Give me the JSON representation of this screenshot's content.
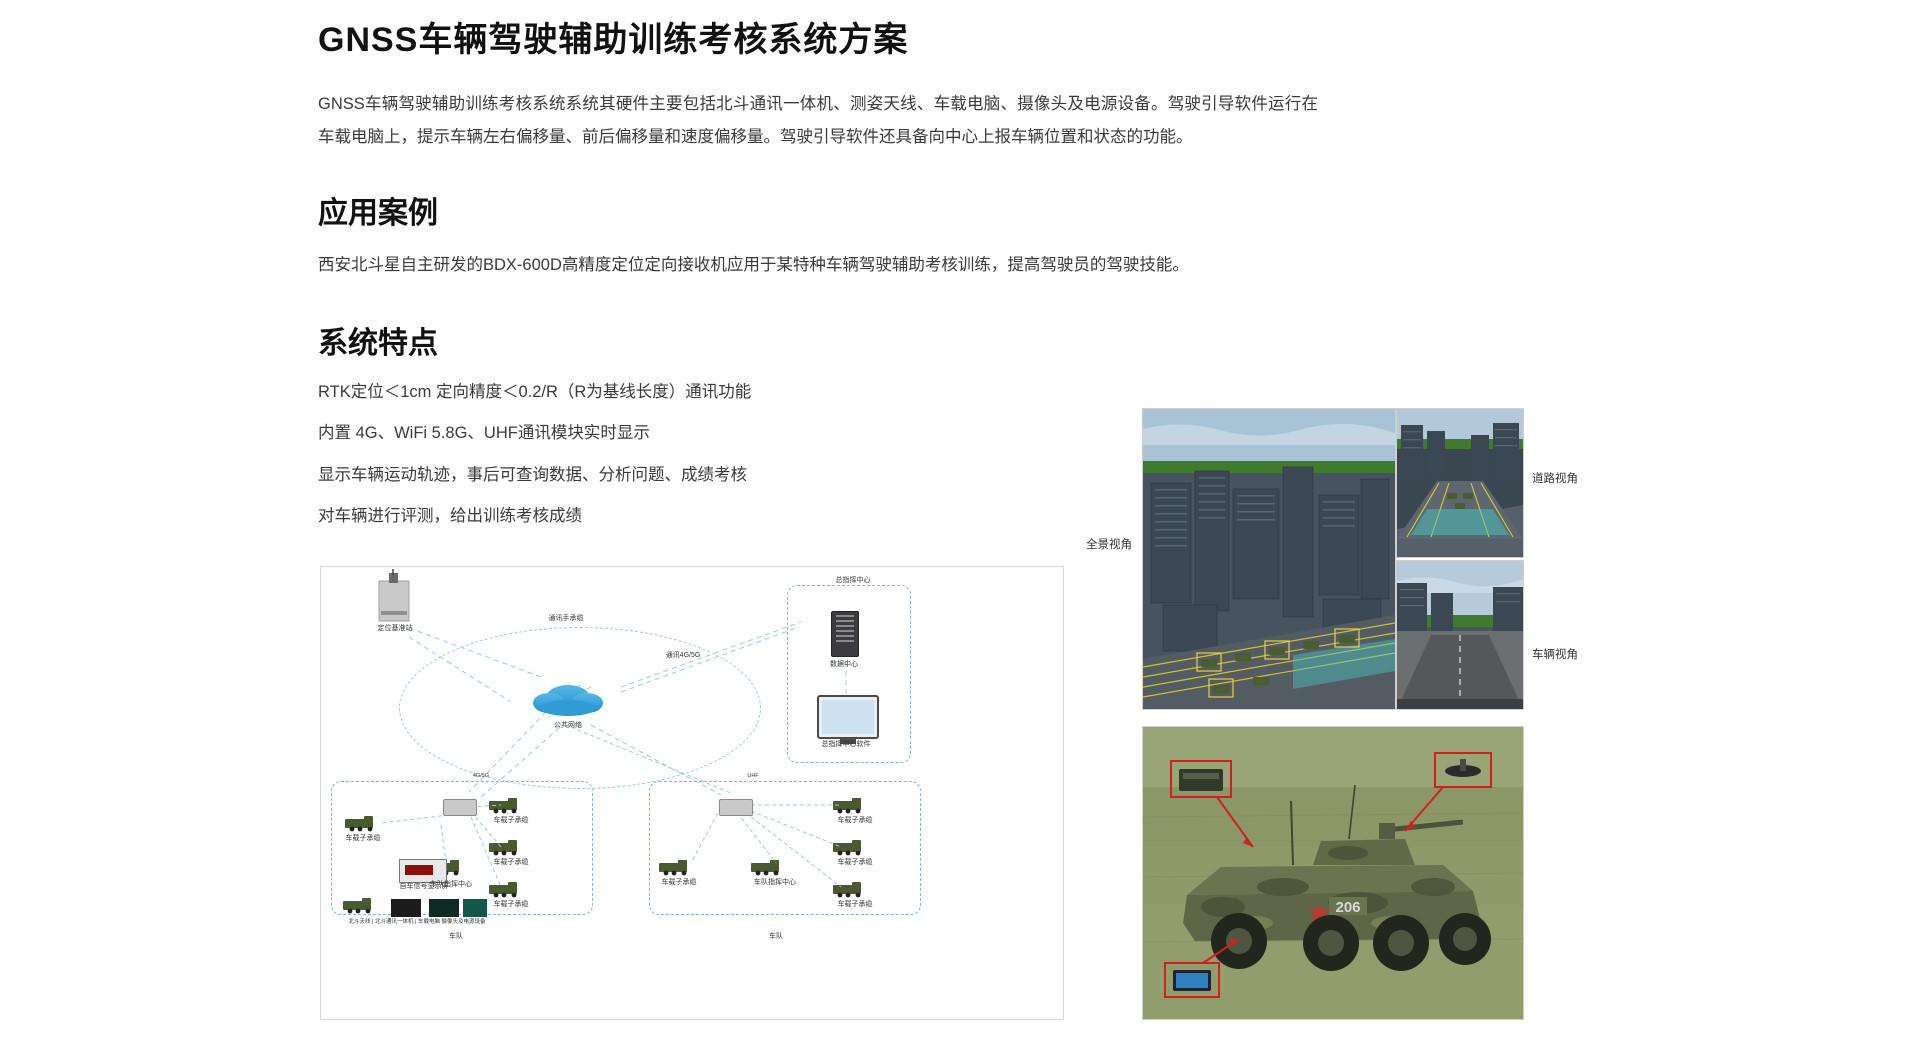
{
  "document": {
    "title": "GNSS车辆驾驶辅助训练考核系统方案",
    "lead": "GNSS车辆驾驶辅助训练考核系统系统其硬件主要包括北斗通讯一体机、测姿天线、车载电脑、摄像头及电源设备。驾驶引导软件运行在车载电脑上，提示车辆左右偏移量、前后偏移量和速度偏移量。驾驶引导软件还具备向中心上报车辆位置和状态的功能。"
  },
  "sections": [
    {
      "heading": "应用案例",
      "body": "西安北斗星自主研发的BDX-600D高精度定位定向接收机应用于某特种车辆驾驶辅助考核训练，提高驾驶员的驾驶技能。"
    },
    {
      "heading": "系统特点",
      "features": [
        "RTK定位＜1cm 定向精度＜0.2/R（R为基线长度）通讯功能",
        "内置 4G、WiFi 5.8G、UHF通讯模块实时显示",
        "显示车辆运动轨迹，事后可查询数据、分析问题、成绩考核",
        "对车辆进行评测，给出训练考核成绩"
      ]
    }
  ],
  "diagram": {
    "name": "系统网络拓扑图",
    "labels": {
      "base_station": "定位基准站",
      "comm_link_top": "通讯手承缆",
      "comm_link_side": "通讯4G/5G",
      "public_network": "公共网络",
      "command_center": "总指挥中心",
      "data_center": "数据中心",
      "command_software": "总指挥中心软件",
      "vehicle_terminal": "车载子承缆",
      "fleet_command_left": "车队指挥中心",
      "fleet_command_right": "车队指挥中心",
      "fleet_left": "车队",
      "fleet_right": "车队",
      "link_4g": "4G/5G",
      "link_uhf": "UHF",
      "display_device": "自车信号显示屏",
      "device_row": "北斗天线 | 北斗通讯一体机 | 车载电脑 摄像头及电源设备"
    }
  },
  "simulation": {
    "captions": {
      "overview": "全景视角",
      "road": "道路视角",
      "vehicle": "车辆视角"
    }
  },
  "vehicle_photo": {
    "hull_number": "206",
    "callouts": {
      "comm_unit": "北斗通讯一体机",
      "antenna": "测姿天线",
      "tablet": "车载电脑"
    }
  }
}
